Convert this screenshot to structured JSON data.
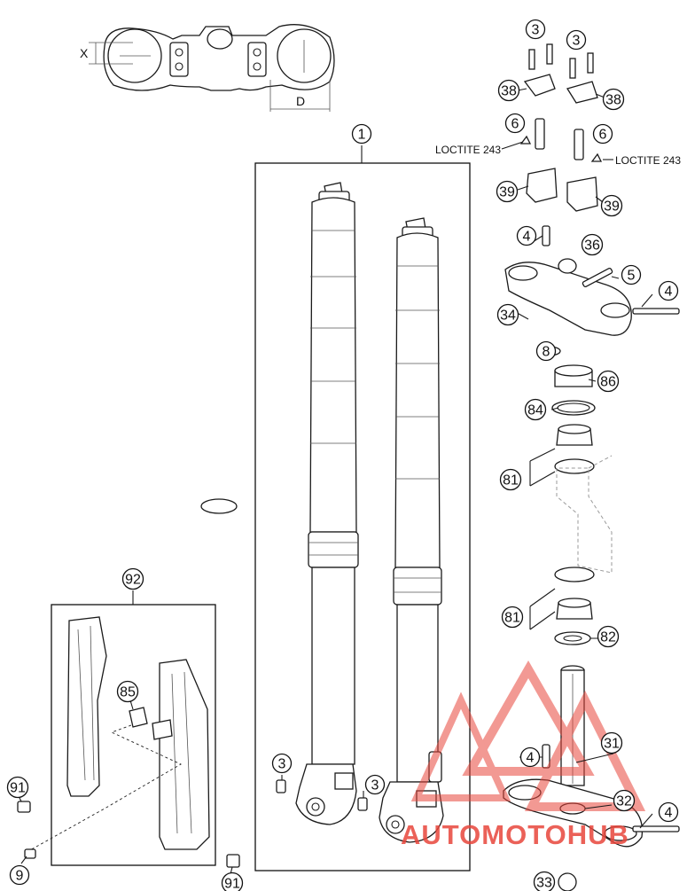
{
  "dimensions": {
    "x_label": "X",
    "d_label": "D"
  },
  "loctite": {
    "left": "LOCTITE 243",
    "right": "LOCTITE 243"
  },
  "callouts": [
    {
      "id": "c1",
      "label": "1"
    },
    {
      "id": "c3a",
      "label": "3"
    },
    {
      "id": "c3b",
      "label": "3"
    },
    {
      "id": "c38a",
      "label": "38"
    },
    {
      "id": "c38b",
      "label": "38"
    },
    {
      "id": "c6a",
      "label": "6"
    },
    {
      "id": "c6b",
      "label": "6"
    },
    {
      "id": "c39a",
      "label": "39"
    },
    {
      "id": "c39b",
      "label": "39"
    },
    {
      "id": "c4a",
      "label": "4"
    },
    {
      "id": "c36",
      "label": "36"
    },
    {
      "id": "c5",
      "label": "5"
    },
    {
      "id": "c4b",
      "label": "4"
    },
    {
      "id": "c34",
      "label": "34"
    },
    {
      "id": "c8",
      "label": "8"
    },
    {
      "id": "c86",
      "label": "86"
    },
    {
      "id": "c84",
      "label": "84"
    },
    {
      "id": "c81a",
      "label": "81"
    },
    {
      "id": "c81b",
      "label": "81"
    },
    {
      "id": "c82",
      "label": "82"
    },
    {
      "id": "c92",
      "label": "92"
    },
    {
      "id": "c85",
      "label": "85"
    },
    {
      "id": "c91a",
      "label": "91"
    },
    {
      "id": "c9",
      "label": "9"
    },
    {
      "id": "c91b",
      "label": "91"
    },
    {
      "id": "c3c",
      "label": "3"
    },
    {
      "id": "c3d",
      "label": "3"
    },
    {
      "id": "c4c",
      "label": "4"
    },
    {
      "id": "c31",
      "label": "31"
    },
    {
      "id": "c32",
      "label": "32"
    },
    {
      "id": "c4d",
      "label": "4"
    },
    {
      "id": "c33",
      "label": "33"
    }
  ],
  "watermark": {
    "text": "AUTOMOTOHUB",
    "color": "#e8463c"
  }
}
